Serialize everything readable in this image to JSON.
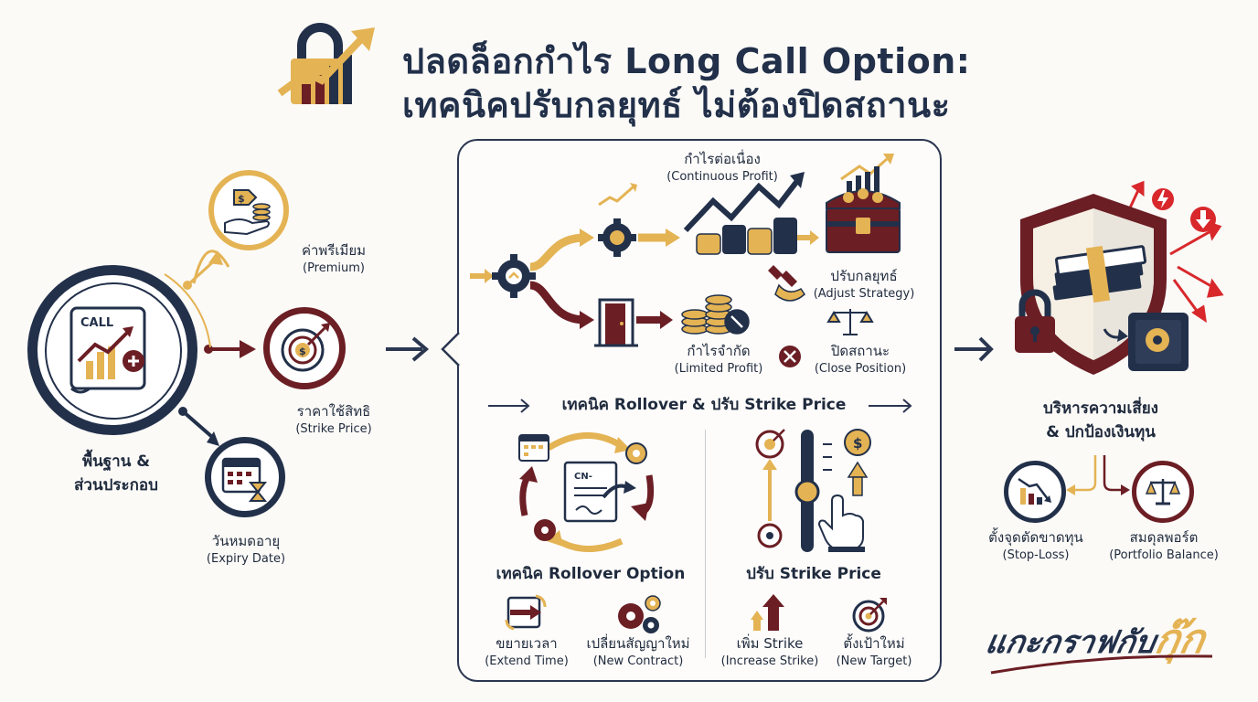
{
  "header": {
    "title_line1": "ปลดล็อกกำไร Long Call Option:",
    "title_line2": "เทคนิคปรับกลยุทธ์ ไม่ต้องปิดสถานะ"
  },
  "left": {
    "main_icon_text": "CALL",
    "main_label_th": "พื้นฐาน &",
    "main_label_th2": "ส่วนประกอบ",
    "premium": {
      "th": "ค่าพรีเมียม",
      "en": "(Premium)"
    },
    "strike": {
      "th": "ราคาใช้สิทธิ",
      "en": "(Strike Price)"
    },
    "expiry": {
      "th": "วันหมดอายุ",
      "en": "(Expiry Date)"
    }
  },
  "center": {
    "continuous": {
      "th": "กำไรต่อเนื่อง",
      "en": "(Continuous Profit)"
    },
    "adjust": {
      "th": "ปรับกลยุทธ์",
      "en": "(Adjust Strategy)"
    },
    "limited": {
      "th": "กำไรจำกัด",
      "en": "(Limited Profit)"
    },
    "close": {
      "th": "ปิดสถานะ",
      "en": "(Close Position)"
    },
    "technique_heading": "เทคนิค Rollover & ปรับ Strike Price",
    "rollover_doc_text": "CN-",
    "rollover_title": "เทคนิค Rollover Option",
    "extend": {
      "th": "ขยายเวลา",
      "en": "(Extend Time)"
    },
    "new_contract": {
      "th": "เปลี่ยนสัญญาใหม่",
      "en": "(New Contract)"
    },
    "strike_title": "ปรับ Strike Price",
    "increase": {
      "th": "เพิ่ม Strike",
      "en": "(Increase Strike)"
    },
    "target": {
      "th": "ตั้งเป้าใหม่",
      "en": "(New Target)"
    }
  },
  "right": {
    "risk_th": "บริหารความเสี่ยง",
    "risk_th2": "& ปกป้องเงินทุน",
    "stoploss": {
      "th": "ตั้งจุดตัดขาดทุน",
      "en": "(Stop-Loss)"
    },
    "balance": {
      "th": "สมดุลพอร์ต",
      "en": "(Portfolio Balance)"
    }
  },
  "brand": {
    "text_main": "แกะกราฟกับ",
    "text_accent": "กุ๊ก"
  },
  "colors": {
    "navy": "#22304a",
    "gold": "#e4b354",
    "maroon": "#6b1e24",
    "red": "#d8282c"
  }
}
